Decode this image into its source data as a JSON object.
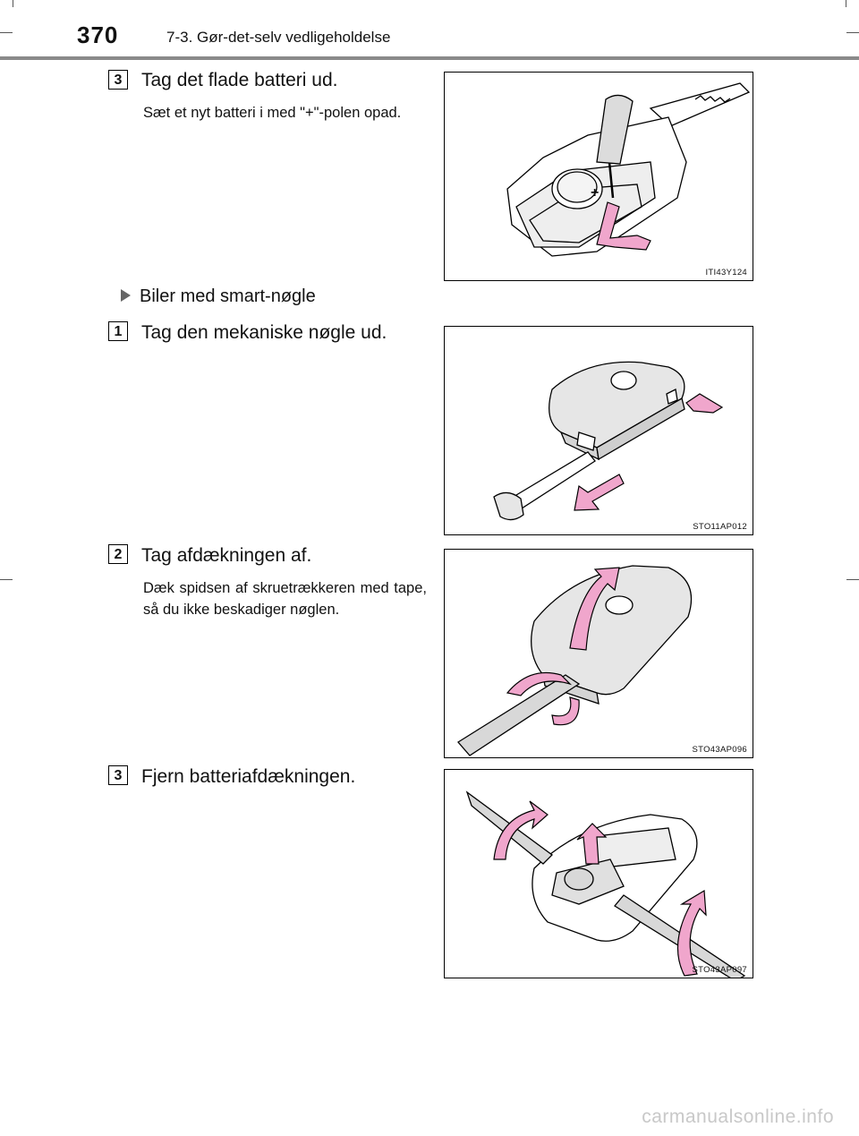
{
  "header": {
    "page_number": "370",
    "section": "7-3. Gør-det-selv vedligeholdelse"
  },
  "steps": [
    {
      "num": "3",
      "heading": "Tag det flade batteri ud.",
      "sub": "Sæt et nyt batteri i med \"+\"-polen opad.",
      "figure_caption": "ITI43Y124"
    },
    {
      "num": "1",
      "heading": "Tag den mekaniske nøgle ud.",
      "figure_caption": "STO11AP012"
    },
    {
      "num": "2",
      "heading": "Tag afdækningen af.",
      "sub": "Dæk spidsen af skruetrækkeren med tape, så du ikke beskadiger nøglen.",
      "figure_caption": "STO43AP096"
    },
    {
      "num": "3",
      "heading": "Fjern batteriafdækningen.",
      "figure_caption": "STO43AP097"
    }
  ],
  "bullet": {
    "label": "Biler med smart-nøgle"
  },
  "figure_symbols": {
    "plus_sign": "+"
  },
  "colors": {
    "arrow_fill": "#f0a6cc",
    "header_rule": "#8a8a8a",
    "key_body": "#e6e6e6"
  },
  "footer": {
    "watermark": "carmanualsonline.info"
  }
}
